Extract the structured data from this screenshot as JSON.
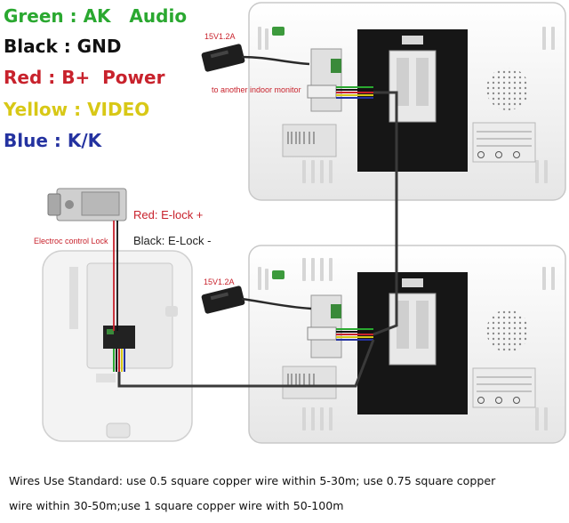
{
  "legend": {
    "green": {
      "text": "Green : AK   Audio",
      "color": "#2aa830"
    },
    "black": {
      "text": "Black : GND",
      "color": "#111111"
    },
    "red": {
      "text": "Red : B+  Power",
      "color": "#c8222c"
    },
    "yellow": {
      "text": "Yellow : VIDEO",
      "color": "#d8c816"
    },
    "blue": {
      "text": "Blue : K/K",
      "color": "#2432a0"
    }
  },
  "labels": {
    "adapter_top": "15V1.2A",
    "adapter_bottom": "15V1.2A",
    "another_monitor": "to another indoor monitor",
    "red_lock": "Red: E-lock +",
    "black_lock": "Black: E-Lock -",
    "electric_lock": "Electroc control Lock"
  },
  "footer": {
    "line1": "Wires Use Standard: use 0.5 square copper wire within 5-30m; use 0.75 square copper",
    "line2": "wire within 30-50m;use 1 square copper wire with 50-100m"
  },
  "colors": {
    "label_red": "#c8222c",
    "label_dark": "#222222",
    "monitor_body": "#f4f4f4",
    "mount_plate": "#161616",
    "cable": "#3a3a3a"
  }
}
